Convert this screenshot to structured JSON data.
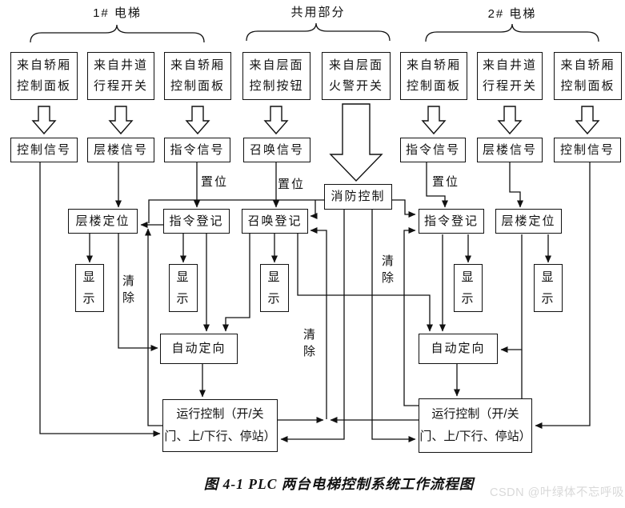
{
  "groups": {
    "elevator1": "1# 电梯",
    "shared": "共用部分",
    "elevator2": "2# 电梯"
  },
  "sources": [
    {
      "line1": "来自轿厢",
      "line2": "控制面板"
    },
    {
      "line1": "来自井道",
      "line2": "行程开关"
    },
    {
      "line1": "来自轿厢",
      "line2": "控制面板"
    },
    {
      "line1": "来自层面",
      "line2": "控制按钮"
    },
    {
      "line1": "来自层面",
      "line2": "火警开关"
    },
    {
      "line1": "来自轿厢",
      "line2": "控制面板"
    },
    {
      "line1": "来自井道",
      "line2": "行程开关"
    },
    {
      "line1": "来自轿厢",
      "line2": "控制面板"
    }
  ],
  "signals": [
    "控制信号",
    "层楼信号",
    "指令信号",
    "召唤信号",
    "指令信号",
    "层楼信号",
    "控制信号"
  ],
  "fire_control": "消防控制",
  "registers": [
    "层楼定位",
    "指令登记",
    "召唤登记",
    "指令登记",
    "层楼定位"
  ],
  "display": {
    "line1": "显",
    "line2": "示"
  },
  "auto_direction": "自动定向",
  "run_control": {
    "line1": "运行控制（开/关",
    "line2": "门、上/下行、停站）"
  },
  "annotations": {
    "set": "置位",
    "clear": "清除"
  },
  "caption": "图 4-1  PLC 两台电梯控制系统工作流程图",
  "watermark": "CSDN @叶绿体不忘呼吸",
  "colors": {
    "line": "#111111",
    "box_border": "#111111",
    "background": "#ffffff",
    "watermark": "#d9d9d9"
  }
}
